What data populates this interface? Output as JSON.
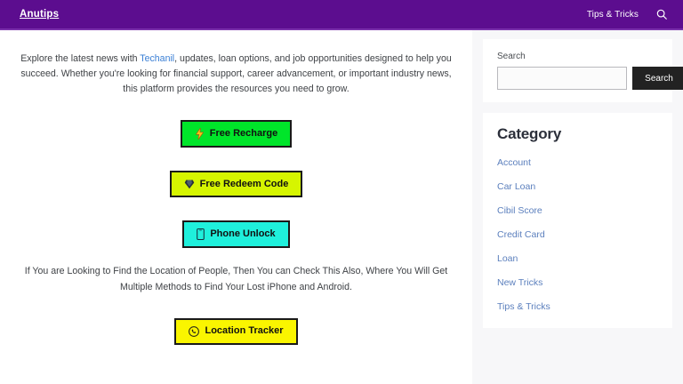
{
  "header": {
    "brand": "Anutips",
    "nav_link": "Tips & Tricks",
    "search_icon": "search-icon",
    "background": "#5c0d8f"
  },
  "main": {
    "intro_before": "Explore the latest news with ",
    "intro_link": "Techanil",
    "intro_after": ", updates, loan options, and job opportunities designed to help you succeed. Whether you're looking for financial support, career advancement, or important industry news, this platform provides the resources you need to grow.",
    "mid_text": "If You are Looking to Find the Location of People, Then You can Check This Also, Where You Will Get Multiple Methods to Find Your Lost iPhone and Android.",
    "buttons": [
      {
        "label": "Free Recharge",
        "icon": "lightning-bolt-icon",
        "color": "#00e52a"
      },
      {
        "label": "Free Redeem Code",
        "icon": "gem-icon",
        "color": "#d6f500"
      },
      {
        "label": "Phone Unlock",
        "icon": "mobile-phone-icon",
        "color": "#1ff0dc"
      },
      {
        "label": "Location Tracker",
        "icon": "whatsapp-icon",
        "color": "#faf500"
      }
    ]
  },
  "sidebar": {
    "search": {
      "label": "Search",
      "value": "",
      "placeholder": "",
      "button_label": "Search"
    },
    "category": {
      "title": "Category",
      "items": [
        {
          "label": "Account"
        },
        {
          "label": "Car Loan"
        },
        {
          "label": "Cibil Score"
        },
        {
          "label": "Credit Card"
        },
        {
          "label": "Loan"
        },
        {
          "label": "New Tricks"
        },
        {
          "label": "Tips & Tricks"
        }
      ]
    }
  },
  "colors": {
    "brand_purple": "#5c0d8f",
    "link_blue": "#3a7fd5",
    "category_link": "#5b7fbd"
  }
}
